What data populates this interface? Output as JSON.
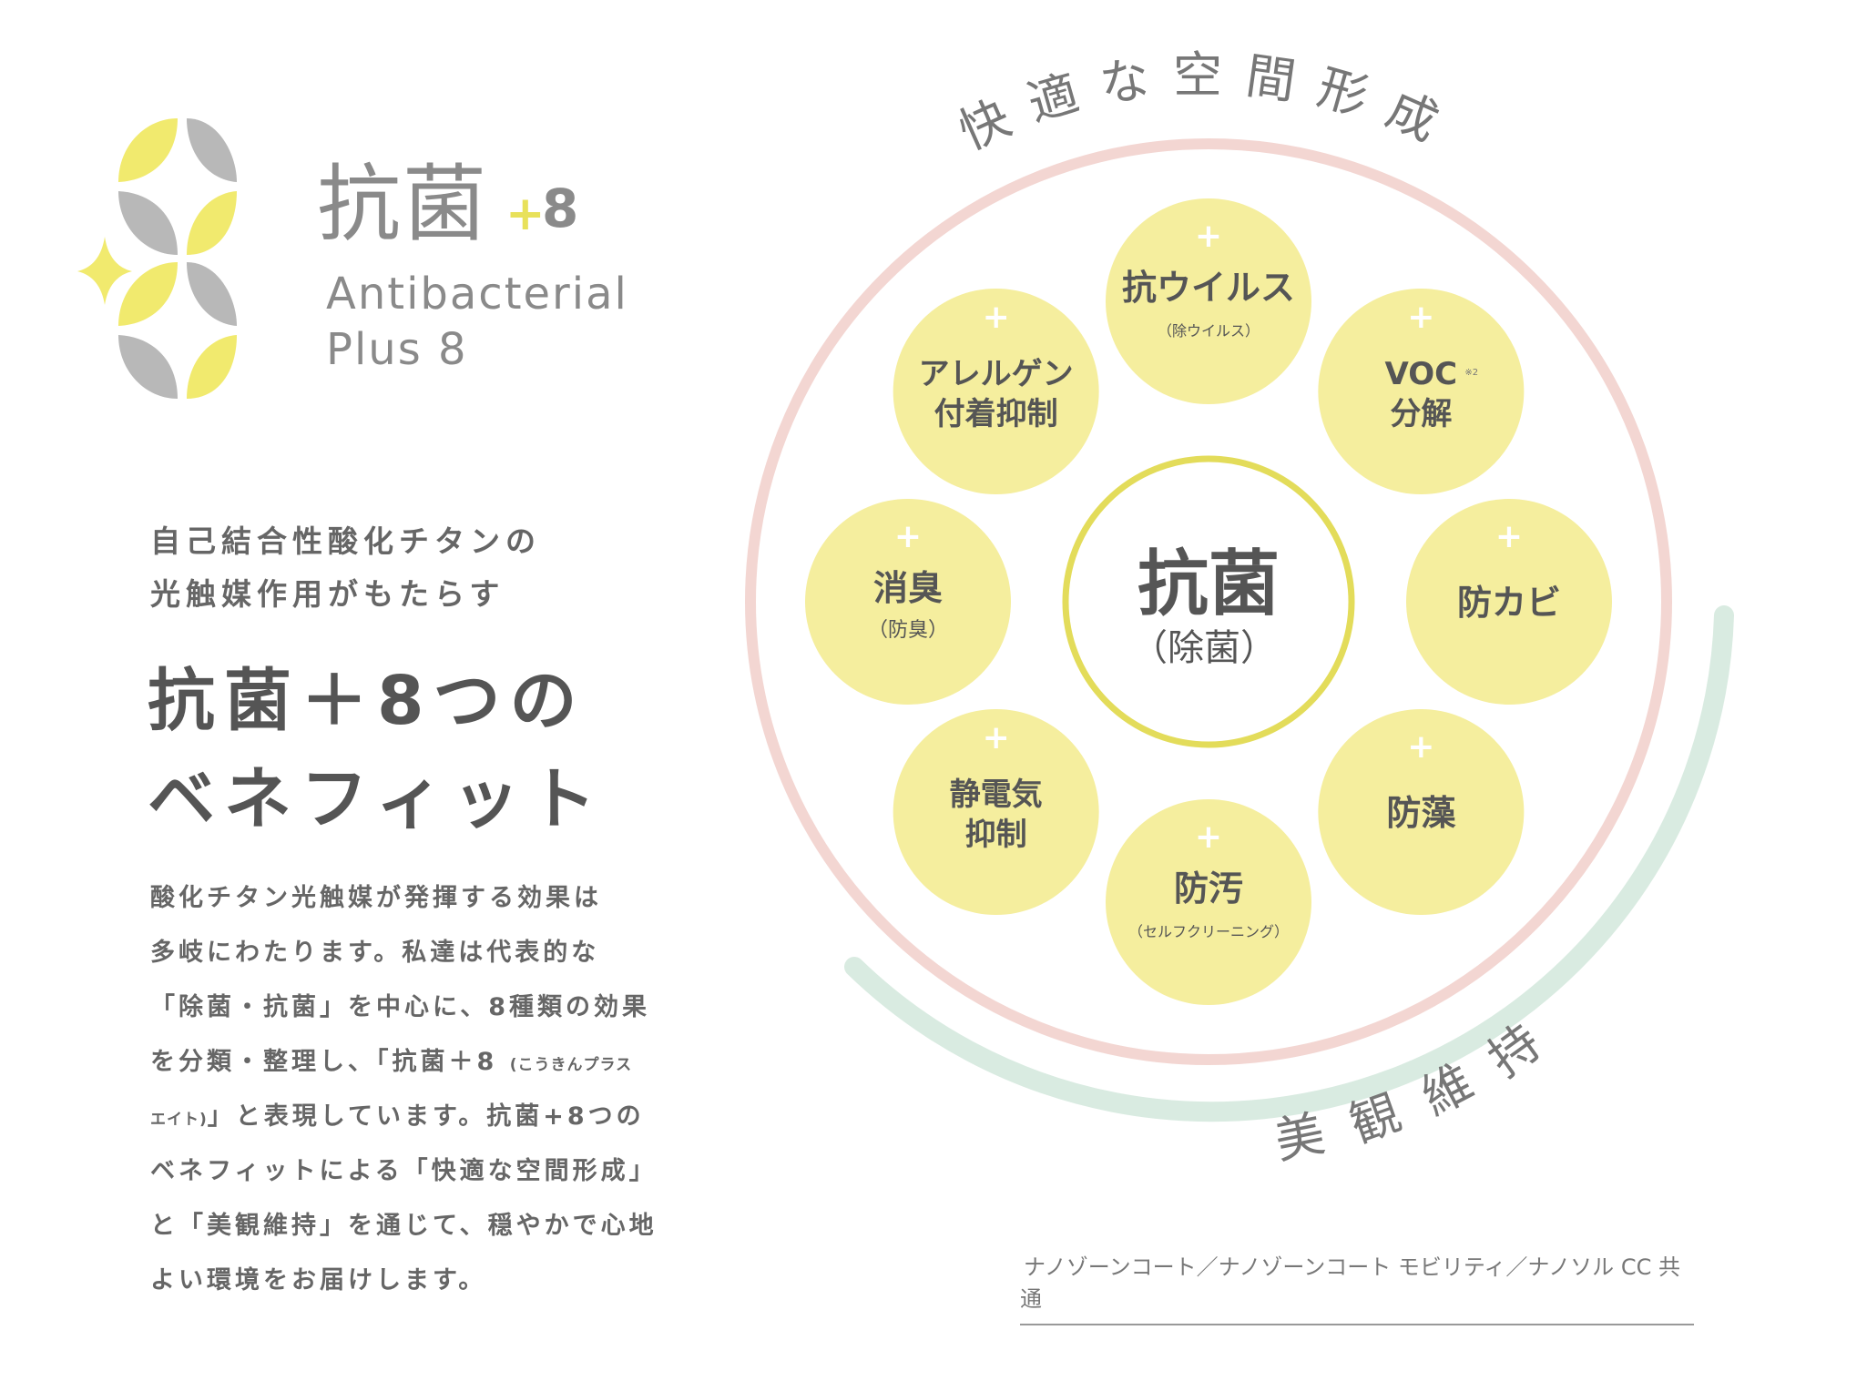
{
  "logo": {
    "title": "抗菌",
    "plus": "+",
    "eight": "8",
    "english_line1": "Antibacterial",
    "english_line2": "Plus 8"
  },
  "intro": {
    "subtitle_line1": "自己結合性酸化チタンの",
    "subtitle_line2": "光触媒作用がもたらす",
    "headline_line1": "抗菌＋8つの",
    "headline_line2": "ベネフィット"
  },
  "body": {
    "lines": [
      "酸化チタン光触媒が発揮する効果は",
      "多岐にわたります。私達は代表的な",
      "「除菌・抗菌」を中心に、8種類の効果",
      "を分類・整理し、「抗菌＋8",
      "(こうきんプラス",
      "エイト)",
      "」と表現しています。抗菌+8つの",
      "ベネフィットによる「快適な空間形成」",
      "と「美観維持」を通じて、穏やかで心地",
      "よい環境をお届けします。"
    ]
  },
  "diagram": {
    "outer_ring_label": "快適な空間形成",
    "lower_arc_label": "美観維持",
    "center": {
      "title": "抗菌",
      "subtitle": "（除菌）"
    },
    "plus_symbol": "+",
    "benefits": [
      {
        "title_lines": [
          "抗ウイルス"
        ],
        "sub": "（除ウイルス）"
      },
      {
        "title_lines": [
          "VOC",
          "分解"
        ],
        "note": "※2"
      },
      {
        "title_lines": [
          "防カビ"
        ]
      },
      {
        "title_lines": [
          "防藻"
        ]
      },
      {
        "title_lines": [
          "防汚"
        ],
        "sub": "（セルフクリーニング）"
      },
      {
        "title_lines": [
          "静電気",
          "抑制"
        ]
      },
      {
        "title_lines": [
          "消臭"
        ],
        "sub": "（防臭）"
      },
      {
        "title_lines": [
          "アレルゲン",
          "付着抑制"
        ]
      }
    ],
    "colors": {
      "circle": "#f5ee9e",
      "center_ring": "#e3dc5a",
      "outer_ring": "#f3d6d2",
      "lower_arc": "#d9ebe1",
      "plus": "#ffffff"
    }
  },
  "footnote": "ナノゾーンコート／ナノゾーンコート モビリティ／ナノソル CC 共通"
}
